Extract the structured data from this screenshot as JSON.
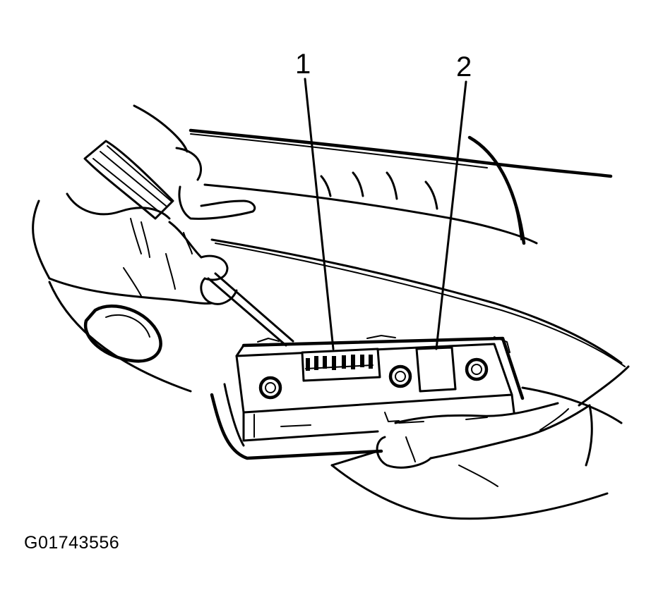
{
  "figure_id": "G01743556",
  "callouts": [
    {
      "id": "1",
      "label": "1"
    },
    {
      "id": "2",
      "label": "2"
    }
  ],
  "colors": {
    "ink": "#000000",
    "paper": "#ffffff"
  }
}
